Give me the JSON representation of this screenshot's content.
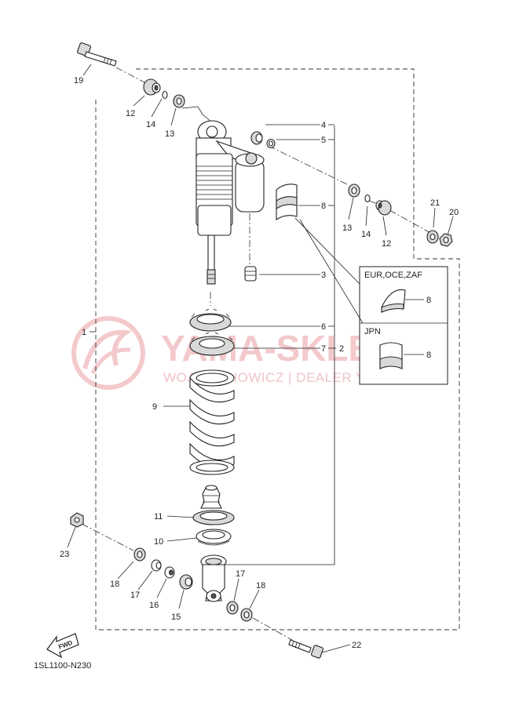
{
  "diagram_code": "1SL1100-N230",
  "watermark": {
    "brand": "YAMA-SKLEP.PL",
    "tagline": "WOJCIECHOWICZ | DEALER YAMAHA"
  },
  "inset": {
    "top_heading": "EUR,OCE,ZAF",
    "top_part": "8",
    "bottom_heading": "JPN",
    "bottom_part": "8"
  },
  "fwd_label": "FWD",
  "callouts": [
    "1",
    "2",
    "3",
    "4",
    "5",
    "6",
    "7",
    "8",
    "9",
    "10",
    "11",
    "12",
    "12",
    "13",
    "13",
    "14",
    "14",
    "15",
    "16",
    "17",
    "17",
    "18",
    "18",
    "19",
    "20",
    "21",
    "22",
    "23"
  ],
  "colors": {
    "watermark": "#f3c9cc",
    "line": "#222222",
    "metal": "#d9d9d9"
  }
}
